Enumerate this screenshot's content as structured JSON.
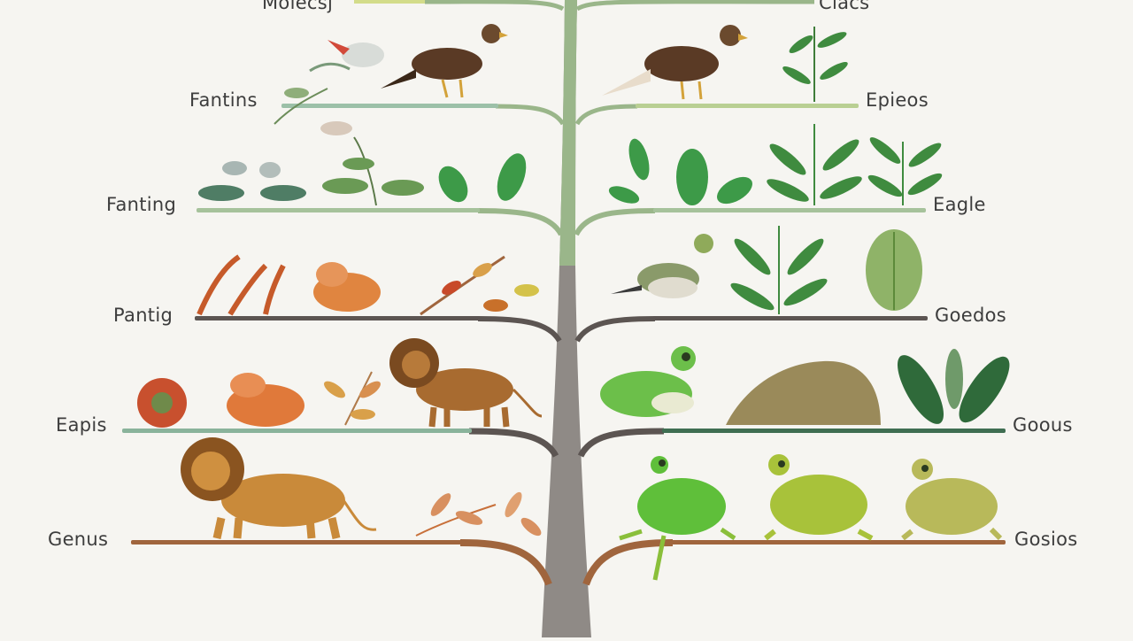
{
  "title": "Taxonomy tree",
  "colors": {
    "trunk": "#8f8a86",
    "green_branch": "#9ab68a",
    "dark_branch": "#5c5552",
    "brown_branch": "#a0653d",
    "background": "#f6f5f1"
  },
  "levels": [
    {
      "left": "Molecsj",
      "right": "Clacs",
      "left_illustrations": [
        "top-branch-leaf-icon"
      ],
      "right_illustrations": []
    },
    {
      "left": "Fantins",
      "right": "Epieos",
      "left_illustrations": [
        "bird-sketch-icon",
        "eagle-icon",
        "leaf-sprig-icon"
      ],
      "right_illustrations": [
        "eagle-icon",
        "leaf-sprig-icon"
      ]
    },
    {
      "left": "Fanting",
      "right": "Eagle",
      "left_illustrations": [
        "leaf-sprig-icon",
        "leaf-sprig-icon",
        "leaf-pair-icon"
      ],
      "right_illustrations": [
        "leaf-pair-icon",
        "leaf-sprig-icon",
        "leaf-sprig-icon"
      ]
    },
    {
      "left": "Pantig",
      "right": "Goedos",
      "left_illustrations": [
        "coral-plant-icon",
        "shell-icon",
        "autumn-branch-icon"
      ],
      "right_illustrations": [
        "bird-icon",
        "leaf-sprig-icon",
        "fern-icon"
      ]
    },
    {
      "left": "Eapis",
      "right": "Goous",
      "left_illustrations": [
        "flower-icon",
        "shell-icon",
        "autumn-branch-icon",
        "lion-icon"
      ],
      "right_illustrations": [
        "frog-icon",
        "moss-rock-icon",
        "leaf-pair-icon"
      ]
    },
    {
      "left": "Genus",
      "right": "Gosios",
      "left_illustrations": [
        "lion-icon",
        "autumn-branch-icon"
      ],
      "right_illustrations": [
        "frog-icon",
        "frog-icon",
        "frog-icon"
      ]
    }
  ]
}
